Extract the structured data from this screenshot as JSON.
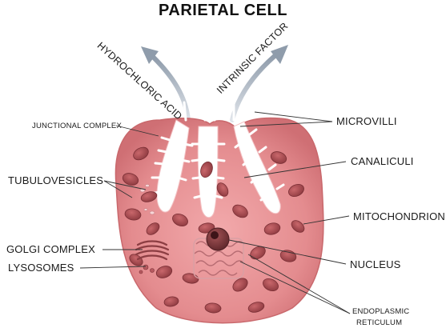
{
  "title": "PARIETAL CELL",
  "arrows": {
    "left": "HYDROCHLORIC ACID",
    "right": "INTRINSIC FACTOR"
  },
  "labels": {
    "junctional_complex": "JUNCTIONAL COMPLEX",
    "microvilli": "MICROVILLI",
    "tubulovesicles": "TUBULOVESICLES",
    "canaliculi": "CANALICULI",
    "mitochondrion": "MITOCHONDRION",
    "golgi_complex": "GOLGI COMPLEX",
    "lysosomes": "LYSOSOMES",
    "nucleus": "NUCLEUS",
    "endoplasmic_1": "ENDOPLASMIC",
    "endoplasmic_2": "RETICULUM"
  },
  "colors": {
    "cell_fill": "#e48c8f",
    "cell_edge": "#c9686c",
    "canaliculus": "#ffffff",
    "mitochondrion": "#a6484d",
    "arrow": "#9aa6b4"
  }
}
